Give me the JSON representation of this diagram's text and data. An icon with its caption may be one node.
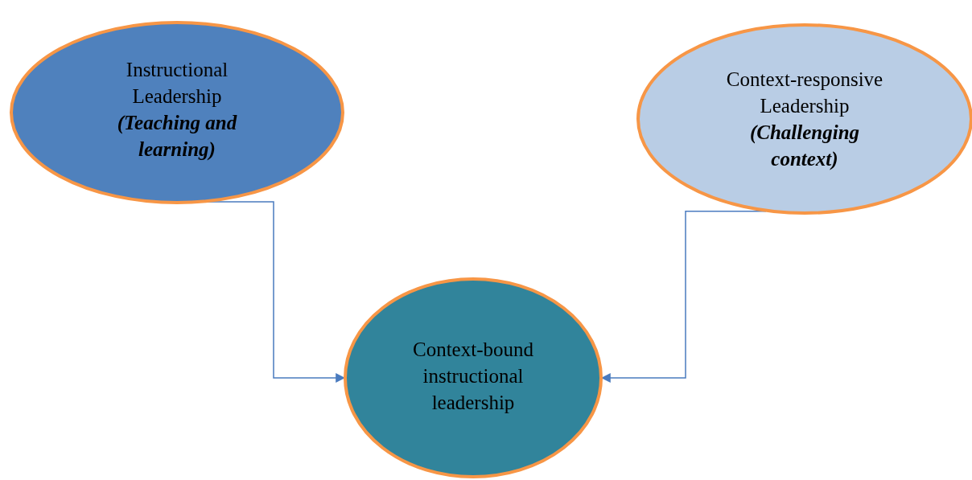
{
  "diagram": {
    "nodes": [
      {
        "text": [
          "Instructional Leadership",
          "(Teaching and learning)"
        ]
      },
      {
        "text": [
          "Context-responsive Leadership",
          "(Challenging context)"
        ]
      },
      {
        "text": [
          "Context-bound instructional leadership"
        ]
      }
    ],
    "edges": [
      {
        "from": 0,
        "to": 2,
        "arrow": "to"
      },
      {
        "from": 1,
        "to": 2,
        "arrow": "to"
      }
    ]
  }
}
